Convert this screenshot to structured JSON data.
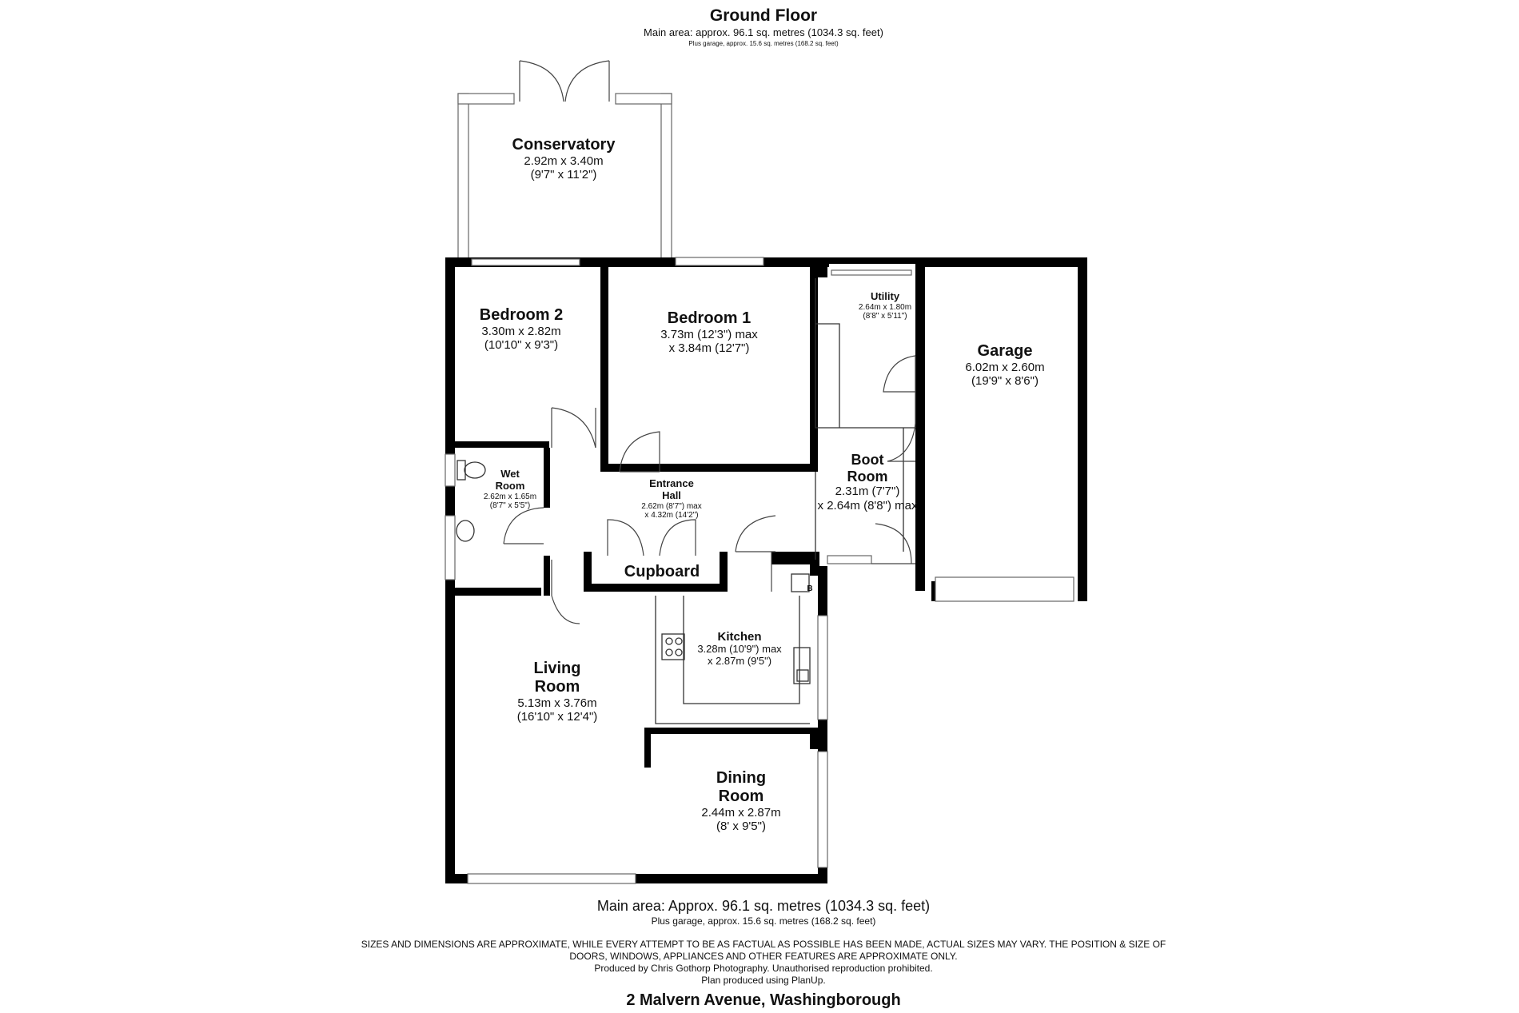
{
  "header": {
    "title": "Ground Floor",
    "area": "Main area: approx. 96.1 sq. metres (1034.3 sq. feet)",
    "garage_area": "Plus garage, approx. 15.6 sq. metres (168.2 sq. feet)"
  },
  "rooms": {
    "conservatory": {
      "name": "Conservatory",
      "dim1": "2.92m x 3.40m",
      "dim2": "(9'7\" x 11'2\")"
    },
    "bedroom2": {
      "name": "Bedroom 2",
      "dim1": "3.30m x 2.82m",
      "dim2": "(10'10\" x 9'3\")"
    },
    "bedroom1": {
      "name": "Bedroom 1",
      "dim1": "3.73m (12'3\") max",
      "dim2": "x 3.84m (12'7\")"
    },
    "utility": {
      "name": "Utility",
      "dim1": "2.64m x 1.80m",
      "dim2": "(8'8\" x 5'11\")"
    },
    "garage": {
      "name": "Garage",
      "dim1": "6.02m x 2.60m",
      "dim2": "(19'9\" x 8'6\")"
    },
    "wet_room": {
      "name1": "Wet",
      "name2": "Room",
      "dim1": "2.62m x 1.65m",
      "dim2": "(8'7\" x 5'5\")"
    },
    "entrance_hall": {
      "name1": "Entrance",
      "name2": "Hall",
      "dim1": "2.62m (8'7\") max",
      "dim2": "x 4.32m (14'2\")"
    },
    "boot_room": {
      "name1": "Boot",
      "name2": "Room",
      "dim1": "2.31m (7'7\")",
      "dim2": "x 2.64m (8'8\") max"
    },
    "cupboard": {
      "name": "Cupboard"
    },
    "kitchen": {
      "name": "Kitchen",
      "dim1": "3.28m (10'9\") max",
      "dim2": "x 2.87m (9'5\")"
    },
    "living_room": {
      "name1": "Living",
      "name2": "Room",
      "dim1": "5.13m x 3.76m",
      "dim2": "(16'10\" x 12'4\")"
    },
    "dining_room": {
      "name1": "Dining",
      "name2": "Room",
      "dim1": "2.44m x 2.87m",
      "dim2": "(8' x 9'5\")"
    },
    "boiler": {
      "label": "B"
    }
  },
  "footer": {
    "area": "Main area: Approx. 96.1 sq. metres (1034.3 sq. feet)",
    "garage_area": "Plus garage, approx. 15.6 sq. metres (168.2 sq. feet)",
    "disclaimer1": "SIZES AND DIMENSIONS ARE APPROXIMATE, WHILE EVERY ATTEMPT TO BE AS FACTUAL AS POSSIBLE HAS BEEN MADE, ACTUAL SIZES MAY VARY. THE POSITION & SIZE OF",
    "disclaimer2": "DOORS, WINDOWS, APPLIANCES AND OTHER FEATURES ARE APPROXIMATE ONLY.",
    "producer": "Produced by Chris Gothorp Photography. Unauthorised reproduction prohibited.",
    "software": "Plan produced using PlanUp.",
    "address": "2 Malvern Avenue, Washingborough"
  }
}
